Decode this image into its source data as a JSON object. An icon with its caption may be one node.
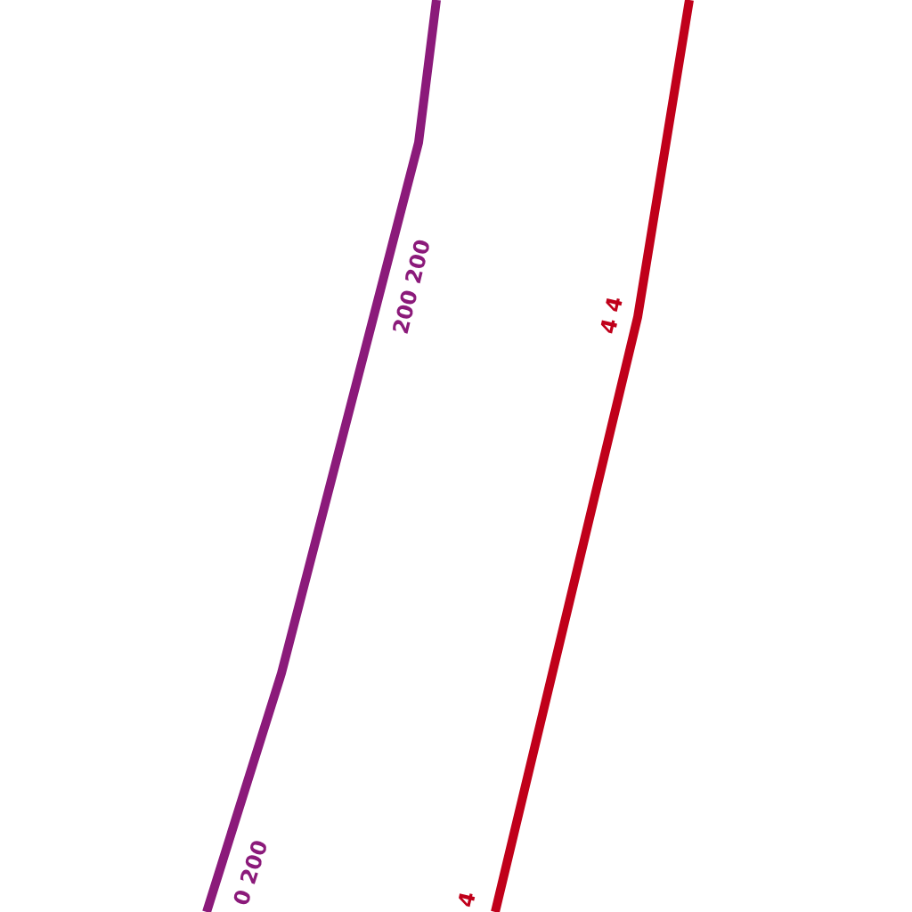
{
  "diagram": {
    "labels": [
      "200 200",
      "4 4",
      "0 200",
      "4"
    ]
  }
}
